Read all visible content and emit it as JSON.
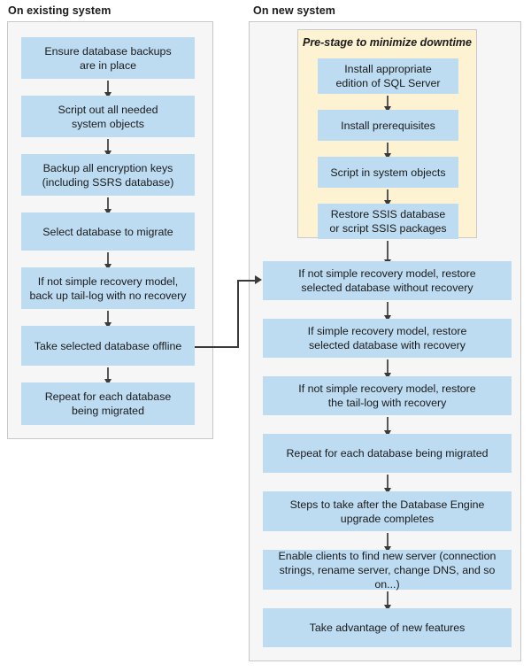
{
  "columns": {
    "existing": {
      "title": "On existing system"
    },
    "new": {
      "title": "On new system"
    }
  },
  "prestage": {
    "title": "Pre-stage to minimize downtime"
  },
  "colors": {
    "process_box": "#bddcf2",
    "panel_background": "#f6f6f6",
    "panel_border": "#c8c8c8",
    "prestage_background": "#fdf3d2",
    "prestage_border": "#c9c9c9",
    "arrow": "#3a3a3a",
    "text": "#1a1a1a"
  },
  "existing_steps": [
    {
      "line1": "Ensure database backups",
      "line2": "are in place"
    },
    {
      "line1": "Script out all needed",
      "line2": "system objects"
    },
    {
      "line1": "Backup all encryption keys",
      "line2": "(including SSRS database)"
    },
    {
      "line1": "Select database to migrate",
      "line2": ""
    },
    {
      "line1": "If not simple recovery model,",
      "line2": "back up tail-log with no recovery"
    },
    {
      "line1": "Take selected database offline",
      "line2": ""
    },
    {
      "line1": "Repeat for each database",
      "line2": "being migrated"
    }
  ],
  "prestage_steps": [
    {
      "line1": "Install appropriate",
      "line2": "edition of SQL Server"
    },
    {
      "line1": "Install prerequisites",
      "line2": ""
    },
    {
      "line1": "Script in system objects",
      "line2": ""
    },
    {
      "line1": "Restore SSIS database",
      "line2": "or script SSIS packages"
    }
  ],
  "new_steps": [
    {
      "line1": "If not simple recovery model, restore",
      "line2": "selected database without recovery"
    },
    {
      "line1": "If simple recovery model, restore",
      "line2": "selected database with recovery"
    },
    {
      "line1": "If not simple recovery model, restore",
      "line2": "the tail-log with recovery"
    },
    {
      "line1": "Repeat for each database being migrated",
      "line2": ""
    },
    {
      "line1": "Steps to take after the Database Engine",
      "line2": "upgrade completes"
    },
    {
      "line1": "Enable clients to find new server (connection",
      "line2": "strings, rename server, change DNS, and so on...)"
    },
    {
      "line1": "Take advantage of new features",
      "line2": ""
    }
  ],
  "connector": {
    "from": "Take selected database offline",
    "to": "If not simple recovery model, restore selected database without recovery"
  }
}
